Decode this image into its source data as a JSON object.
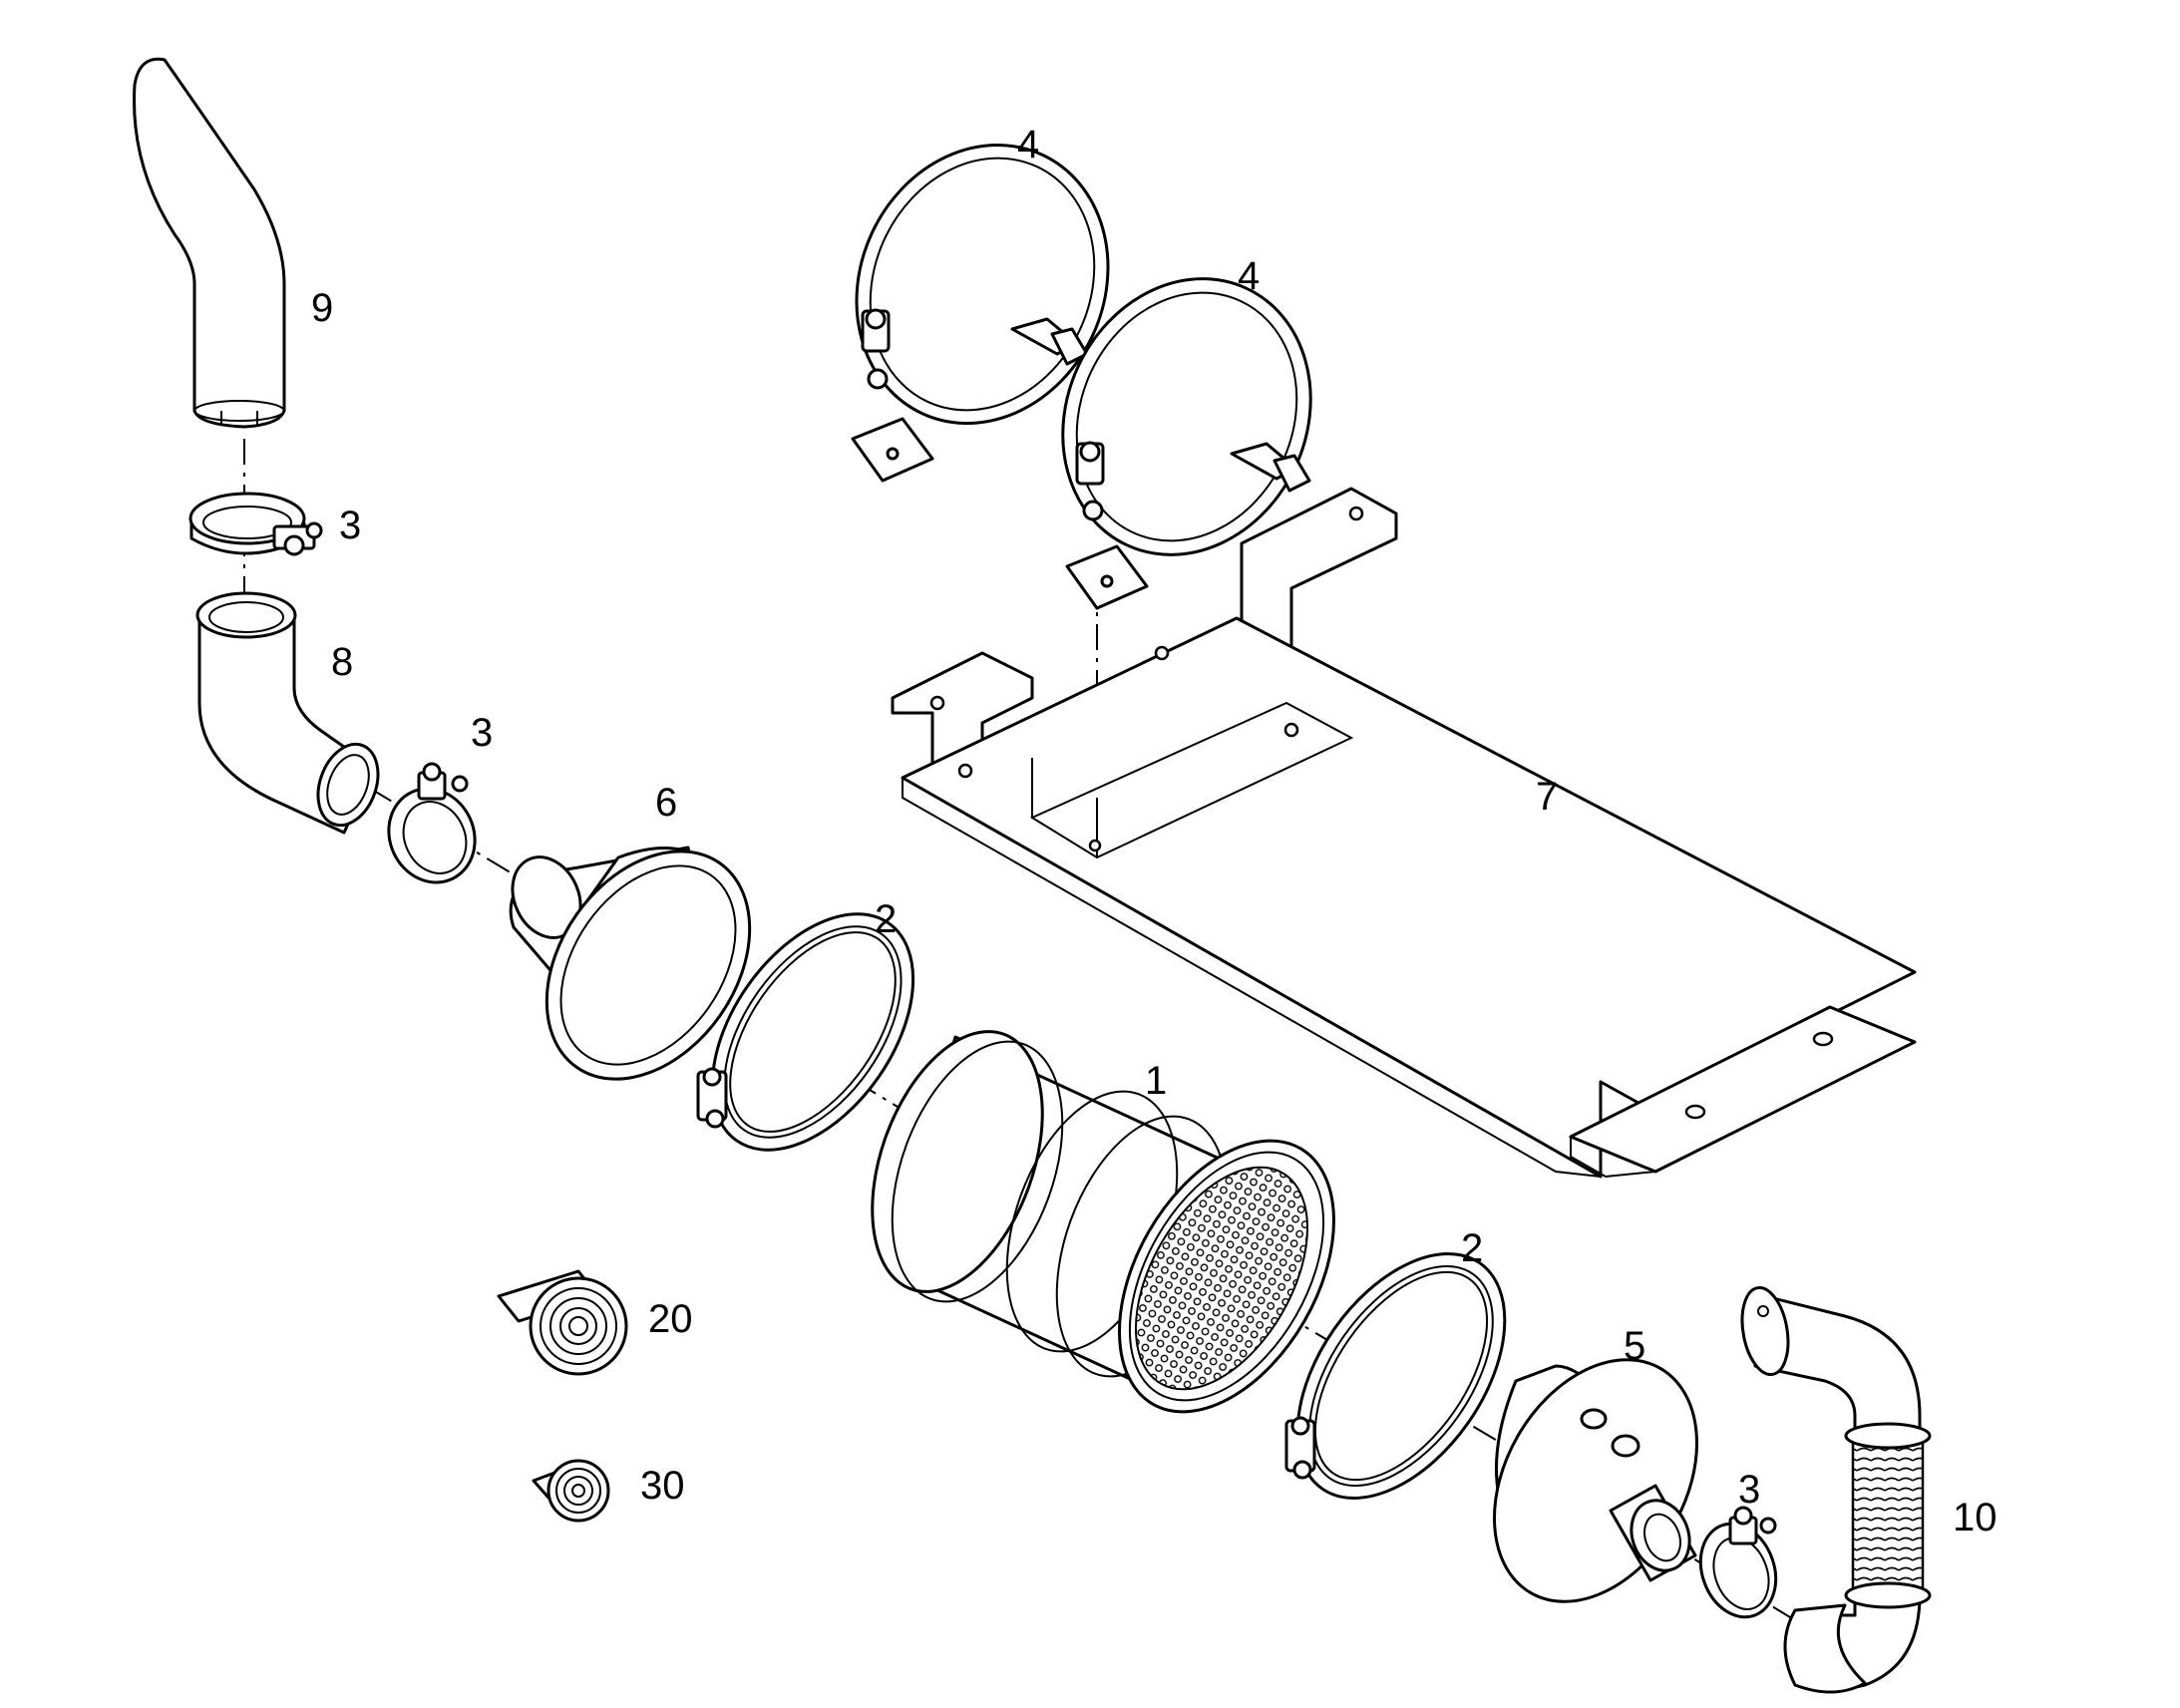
{
  "diagram": {
    "callouts": [
      "9",
      "3",
      "8",
      "3",
      "6",
      "2",
      "1",
      "2",
      "5",
      "3",
      "10",
      "4",
      "4",
      "7",
      "20",
      "30"
    ],
    "colors": {
      "line": "#000000",
      "background": "#ffffff"
    }
  }
}
